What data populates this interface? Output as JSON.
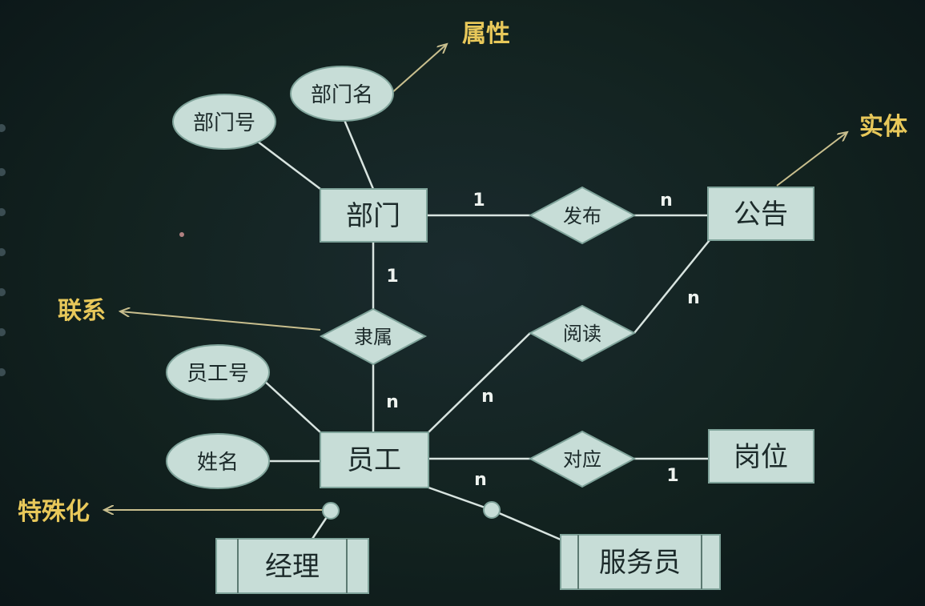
{
  "concepts": {
    "attribute": "属性",
    "entity": "实体",
    "relationship": "联系",
    "specialization": "特殊化"
  },
  "entities": {
    "department": "部门",
    "notice": "公告",
    "employee": "员工",
    "position": "岗位",
    "manager": "经理",
    "attendant": "服务员"
  },
  "attributes": {
    "dept_no": "部门号",
    "dept_name": "部门名",
    "emp_no": "员工号",
    "name": "姓名"
  },
  "relationships": {
    "publish": "发布",
    "belong": "隶属",
    "read": "阅读",
    "correspond": "对应"
  },
  "cardinalities": {
    "publish_dept": "1",
    "publish_notice": "n",
    "belong_dept": "1",
    "belong_emp": "n",
    "read_notice": "n",
    "read_emp": "n",
    "correspond_emp": "n",
    "correspond_pos": "1"
  }
}
